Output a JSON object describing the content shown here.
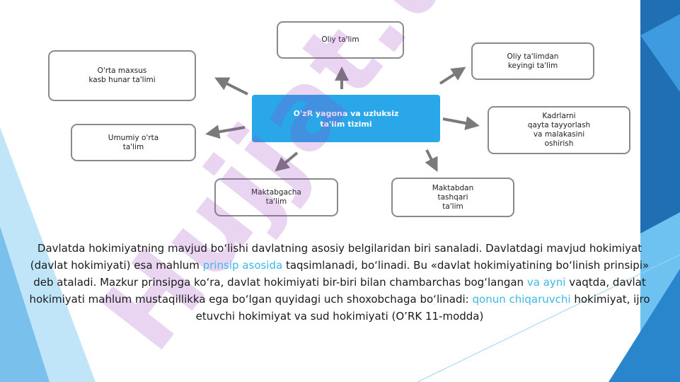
{
  "diagram": {
    "center": "O'zR yagona va uzluksiz\nta'lim tizimi",
    "nodes": {
      "oliy": "Oliy ta'lim",
      "orta_maxsus": "O'rta maxsus\nkasb hunar ta'limi",
      "oliy_keyingi": "Oliy ta'limdan\nkeyingi ta'lim",
      "kadrlarni": "Kadrlarni\nqayta tayyorlash\nva malakasini\noshirish",
      "umumiy": "Umumiy o'rta\nta'lim",
      "maktabgacha": "Maktabgacha\nta'lim",
      "maktabdan": "Maktabdan\ntashqari\nta'lim"
    }
  },
  "paragraph": {
    "part1": "Davlatda hokimiyatning mavjud bo‘lishi davlatning asosiy belgilaridan biri sanaladi. Davlatdagi mavjud hokimiyat (davlat hokimiyati) esa mahlum ",
    "highlight1": "prinsip asosida",
    "part2": " taqsimlanadi, bo‘linadi. Bu «davlat hokimiyatining bo‘linish prinsipi» deb ataladi. Mazkur prinsipga ko‘ra, davlat hokimiyati bir-biri bilan chambarchas bog‘langan ",
    "highlight2": "va ayni",
    "part3": " vaqtda, davlat hokimiyati mahlum mustaqillikka ega bo‘lgan quyidagi uch shoxobchaga bo‘linadi: ",
    "highlight3": "qonun chiqaruvchi",
    "part4": " hokimiyat, ijro etuvchi hokimiyat va sud hokimiyati (O’RK 11-modda)"
  },
  "watermark": {
    "text": "Hujjat.uz"
  },
  "colors": {
    "accent": "#29a7e8",
    "highlight": "#3fb8ea",
    "deco_dark": "#1e6aa8",
    "deco_light": "#5ab8ec"
  }
}
